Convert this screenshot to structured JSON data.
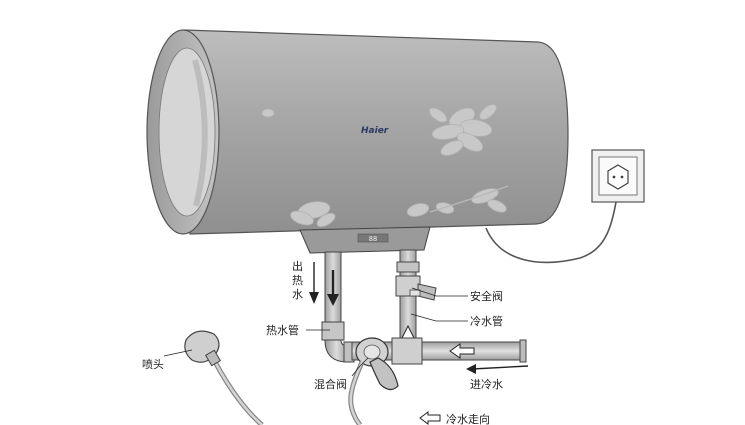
{
  "brand": "Haier",
  "panel_text": "88",
  "labels": {
    "hot_out": [
      "出",
      "热",
      "水"
    ],
    "safety_valve": "安全阀",
    "cold_pipe": "冷水管",
    "hot_pipe": "热水管",
    "shower_head": "喷头",
    "mixing_valve": "混合阀",
    "cold_in": "进冷水",
    "legend": "冷水走向"
  },
  "icons": {
    "legend_arrow": "hollow-left-arrow",
    "outlet": "wall-socket-icon"
  },
  "colors": {
    "tank_body": "#a9a9a9",
    "tank_dark": "#8c8c8c",
    "pipe": "#b8b8b8",
    "stroke": "#333333",
    "flower": "#c9c9c9"
  }
}
